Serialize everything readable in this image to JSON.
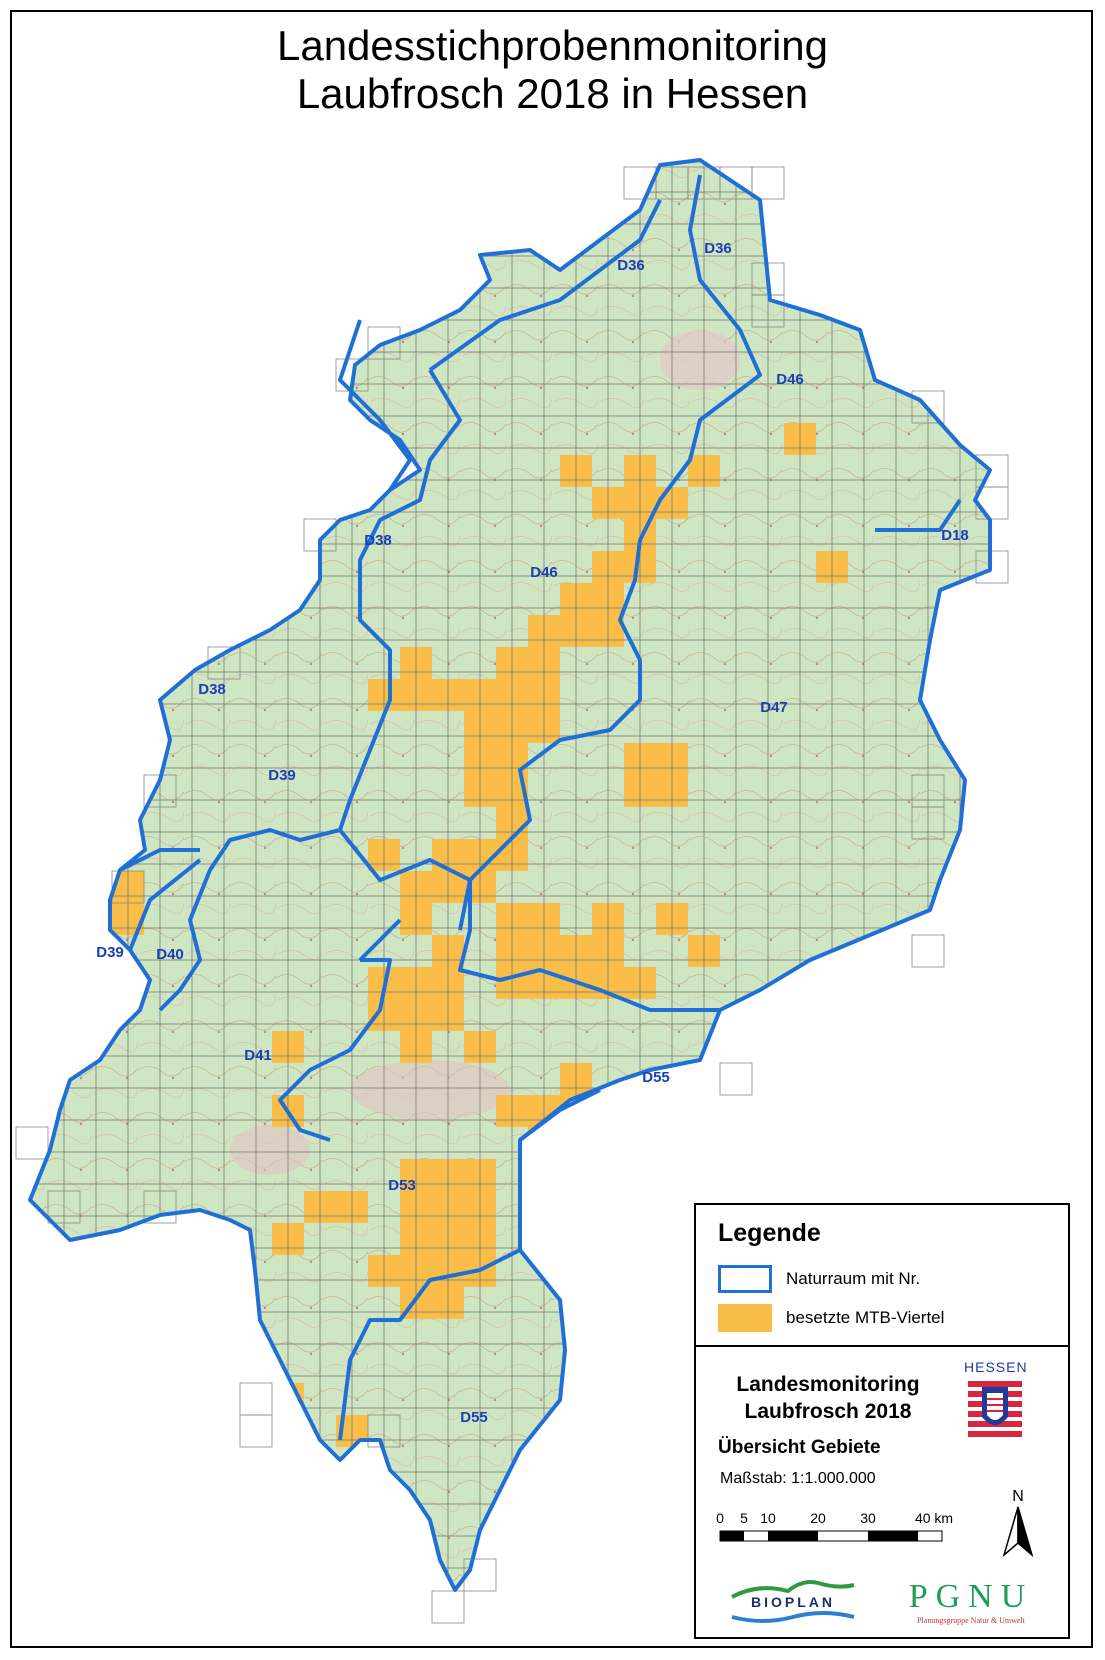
{
  "title_line1": "Landesstichprobenmonitoring",
  "title_line2": "Laubfrosch 2018 in Hessen",
  "regions": [
    "D36",
    "D36",
    "D46",
    "D18",
    "D38",
    "D46",
    "D38",
    "D47",
    "D39",
    "D39",
    "D40",
    "D41",
    "D55",
    "D53",
    "D55"
  ],
  "legend": {
    "heading": "Legende",
    "item_outline": "Naturraum mit Nr.",
    "item_fill": "besetzte MTB-Viertel"
  },
  "info": {
    "title_line1": "Landesmonitoring",
    "title_line2": "Laubfrosch 2018",
    "subtitle": "Übersicht Gebiete",
    "scale": "Maßstab:  1:1.000.000",
    "scale_ticks": [
      "0",
      "5",
      "10",
      "20",
      "30",
      "40 km"
    ],
    "state_label": "HESSEN",
    "north": "N",
    "logo_left": "BIOPLAN",
    "logo_right": "PGNU",
    "logo_right_sub": "Planungsgruppe Natur & Umwelt"
  },
  "colors": {
    "outline": "#1f6fd6",
    "occupied": "#f8be47",
    "land": "#cfe6c2",
    "grid": "#6f6f6f",
    "label": "#1a3fb5"
  }
}
